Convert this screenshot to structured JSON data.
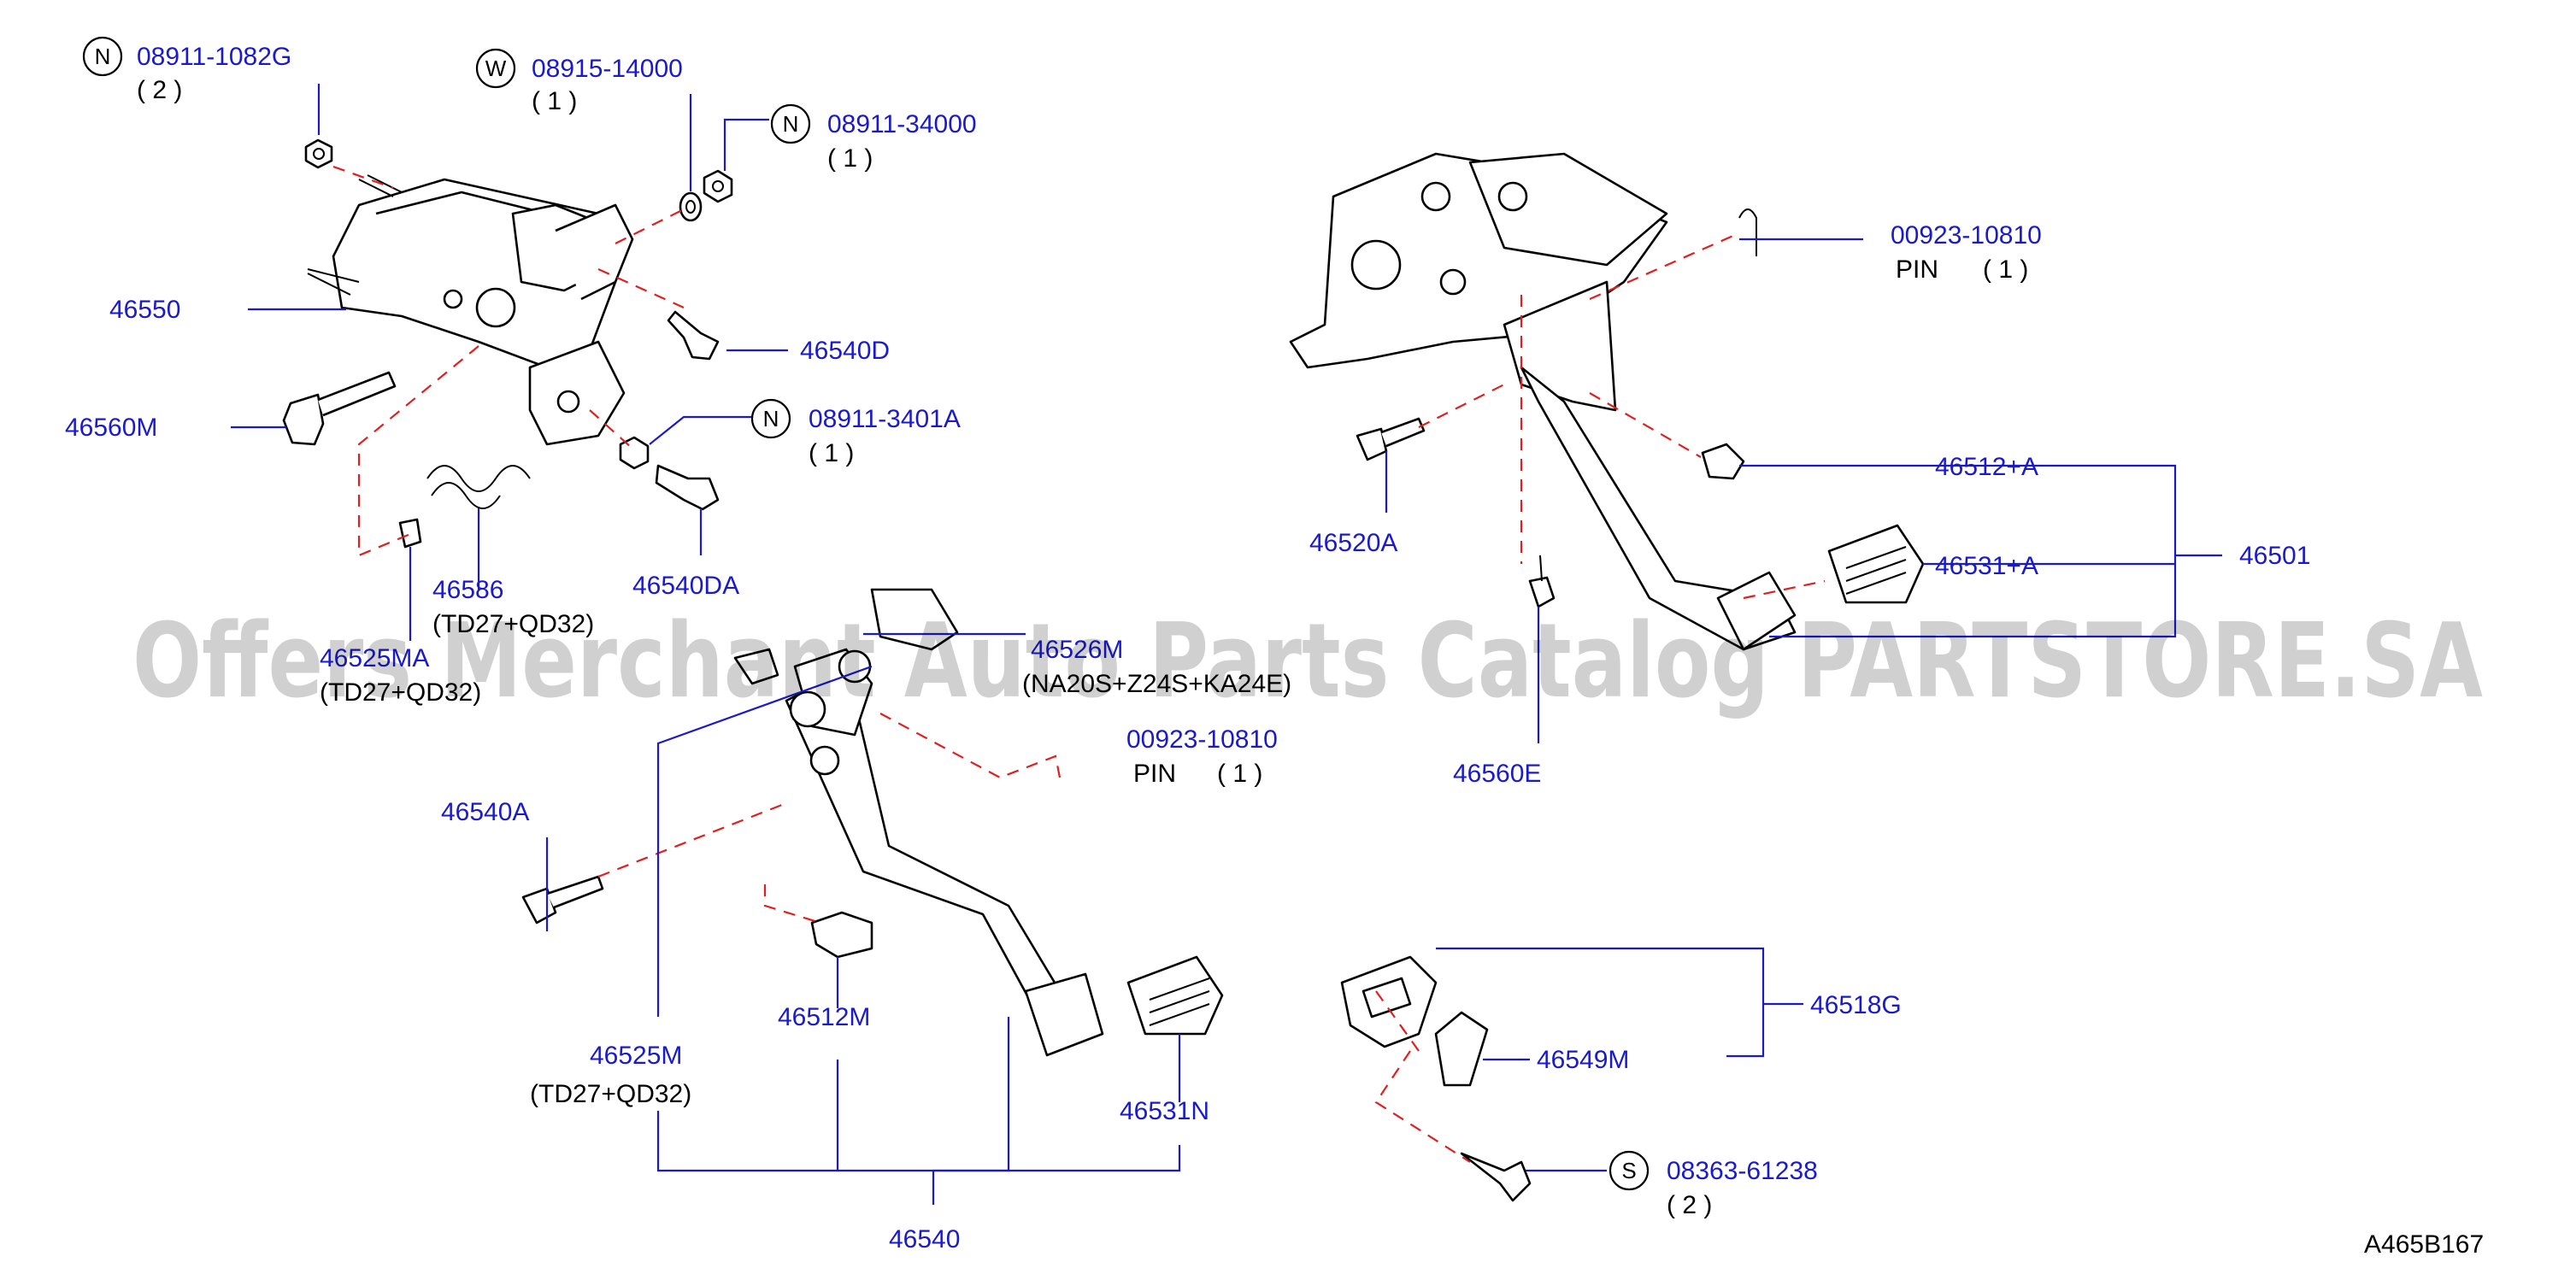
{
  "colors": {
    "part_number": "#1a1acc",
    "leader_line": "#1a1acc",
    "center_line": "#e02020",
    "outline": "#000000",
    "background": "#ffffff"
  },
  "watermark": "Offers Merchant Auto Parts Catalog PARTSTORE.SA",
  "diagram_ref": "A465B167",
  "labels": {
    "p08911_1082g": {
      "badge": "N",
      "number": "08911-1082G",
      "qty": "( 2 )"
    },
    "p08915_14000": {
      "badge": "W",
      "number": "08915-14000",
      "qty": "( 1 )"
    },
    "p08911_34000": {
      "badge": "N",
      "number": "08911-34000",
      "qty": "( 1 )"
    },
    "p46550": {
      "number": "46550"
    },
    "p46540d": {
      "number": "46540D"
    },
    "p46560m": {
      "number": "46560M"
    },
    "p08911_3401a": {
      "badge": "N",
      "number": "08911-3401A",
      "qty": "( 1 )"
    },
    "p46586": {
      "number": "46586",
      "note": "(TD27+QD32)"
    },
    "p46540da": {
      "number": "46540DA"
    },
    "p46525ma": {
      "number": "46525MA",
      "note": "(TD27+QD32)"
    },
    "p46526m": {
      "number": "46526M",
      "note": "(NA20S+Z24S+KA24E)"
    },
    "p00923_10810_a": {
      "number": "00923-10810",
      "desc": "PIN",
      "qty": "( 1 )"
    },
    "p46540a": {
      "number": "46540A"
    },
    "p46525m": {
      "number": "46525M",
      "note": "(TD27+QD32)"
    },
    "p46512m": {
      "number": "46512M"
    },
    "p46531n": {
      "number": "46531N"
    },
    "p46540": {
      "number": "46540"
    },
    "p00923_10810_b": {
      "number": "00923-10810",
      "desc": "PIN",
      "qty": "( 1 )"
    },
    "p46512a": {
      "number": "46512+A"
    },
    "p46531a": {
      "number": "46531+A"
    },
    "p46501": {
      "number": "46501"
    },
    "p46520a": {
      "number": "46520A"
    },
    "p46560e": {
      "number": "46560E"
    },
    "p46518g": {
      "number": "46518G"
    },
    "p46549m": {
      "number": "46549M"
    },
    "p08363_61238": {
      "badge": "S",
      "number": "08363-61238",
      "qty": "( 2 )"
    }
  }
}
